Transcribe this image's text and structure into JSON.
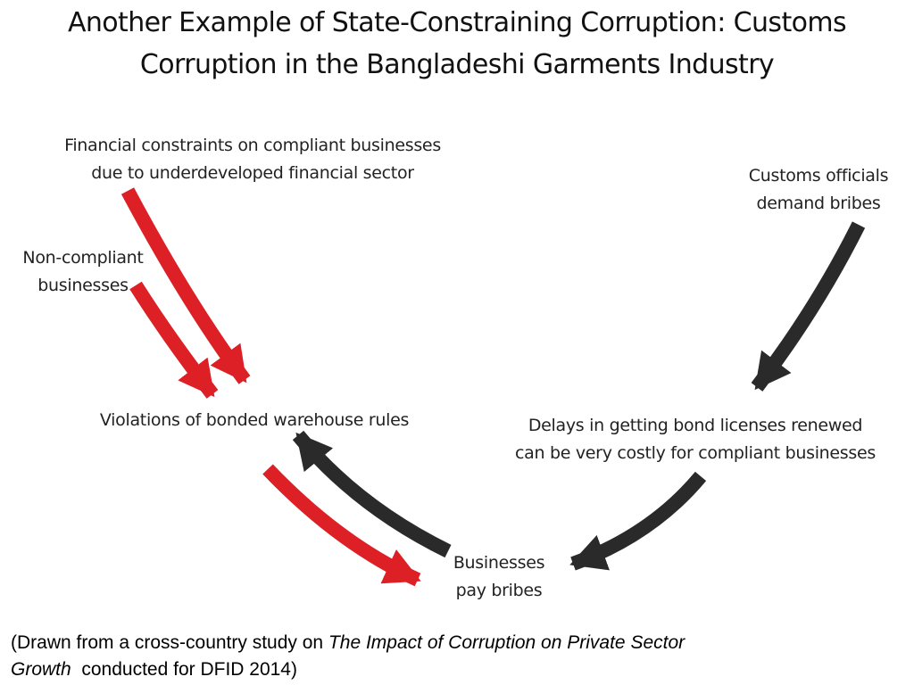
{
  "title": {
    "line1": "Another Example of State-Constraining Corruption: Customs",
    "line2": "Corruption in the Bangladeshi Garments Industry"
  },
  "nodes": {
    "financial_constraints": {
      "line1": "Financial constraints on compliant businesses",
      "line2": "due to underdeveloped financial sector"
    },
    "non_compliant": {
      "line1": "Non-compliant",
      "line2": "businesses"
    },
    "customs_officials": {
      "line1": "Customs officials",
      "line2": "demand bribes"
    },
    "violations": {
      "line1": "Violations of bonded warehouse rules"
    },
    "delays": {
      "line1": "Delays in getting bond licenses renewed",
      "line2": "can be very costly for compliant businesses"
    },
    "pay_bribes": {
      "line1": "Businesses",
      "line2": "pay bribes"
    }
  },
  "colors": {
    "red_arrow": "#dd1f26",
    "black_arrow": "#2a2a2a"
  },
  "source_note": {
    "prefix": "(Drawn from a cross-country study on ",
    "study_title_part1": "The Impact of Corruption on Private Sector",
    "study_title_part2": "Growth",
    "suffix": "conducted for DFID 2014)"
  }
}
